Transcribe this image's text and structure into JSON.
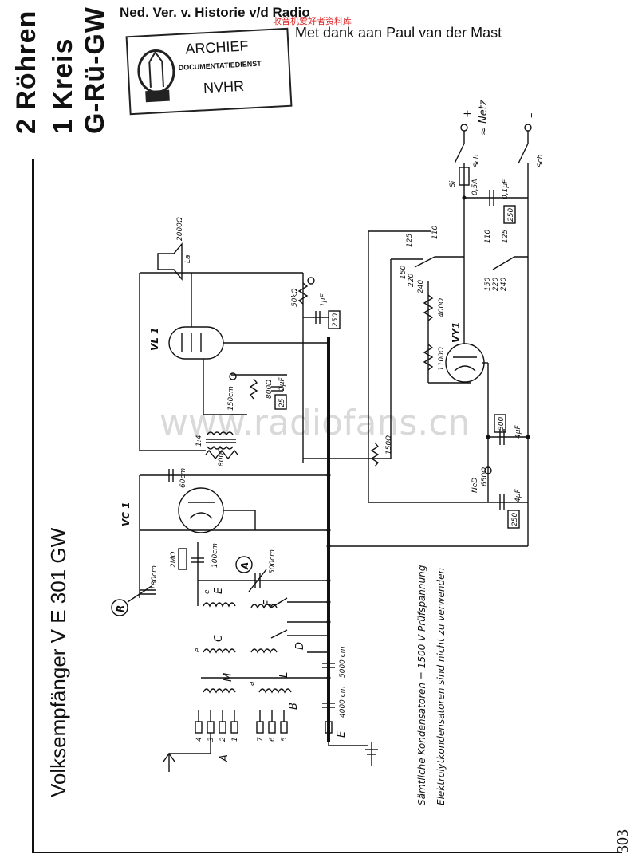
{
  "header": {
    "line1": "Ned. Ver. v. Historie v/d Radio",
    "thanks": "Met dank aan Paul van der Mast",
    "watermark_cn": "收音机爱好者资料库"
  },
  "stamp": {
    "line1": "ARCHIEF",
    "line2": "DOCUMENTATIEDIENST",
    "line3": "NVHR"
  },
  "side_title": {
    "line1": "2 Röhren",
    "line2": "1 Kreis",
    "line3": "G-Rü-GW"
  },
  "footer": {
    "model": "Volksempfänger V E 301 GW",
    "note1": "Sämtliche Kondensatoren = 1500 V Prüfspannung",
    "note2": "Elektrolytkondensatoren sind nicht zu verwenden",
    "page_number": "303"
  },
  "watermark": "www.radiofans.cn",
  "labels": {
    "netz": "≈ Netz",
    "plus": "+",
    "minus": "–",
    "sch1": "Sch",
    "sch2": "Sch",
    "si": "Si",
    "si_val": "0,5A",
    "c_01uf": "0,1µF",
    "v250a": "250",
    "v250b": "250",
    "v250c": "250",
    "v300": "300",
    "v25": "25",
    "t110a": "110",
    "t125a": "125",
    "t110b": "110",
    "t125b": "125",
    "t150a": "150",
    "t220a": "220",
    "t240a": "240",
    "t150b": "150",
    "t220b": "220",
    "t240b": "240",
    "r400": "400Ω",
    "r1100": "1100Ω",
    "r150": "150Ω",
    "r800": "800Ω",
    "r800b": "800Ω",
    "r2000": "2000Ω",
    "r50k": "50kΩ",
    "r2m": "2MΩ",
    "c1uf": "1µF",
    "c2uf": "2µF",
    "c4uf_a": "4µF",
    "c4uf_b": "4µF",
    "c150cm": "150cm",
    "c60cm": "60cm",
    "c100cm": "100cm",
    "c500cm": "500cm",
    "c180cm": "180cm",
    "c5000": "5000 cm",
    "c4000": "4000 cm",
    "ratio": "1:4",
    "vl1": "VL 1",
    "vc1": "VC 1",
    "vy1": "VY1",
    "la": "La",
    "ned": "NeD",
    "r650": "650Ω",
    "meter_a": "A",
    "meter_r": "R",
    "coil_e1": "E",
    "coil_e2": "e",
    "coil_c1": "C",
    "coil_c2": "e",
    "coil_f": "F",
    "coil_d": "D",
    "coil_m": "M",
    "coil_l": "L",
    "coil_b": "B",
    "coil_a": "a",
    "ant_a": "A",
    "gnd_e": "E",
    "t4": "4",
    "t3": "3",
    "t2": "2",
    "t1": "1",
    "t7": "7",
    "t6": "6",
    "t5": "5"
  }
}
